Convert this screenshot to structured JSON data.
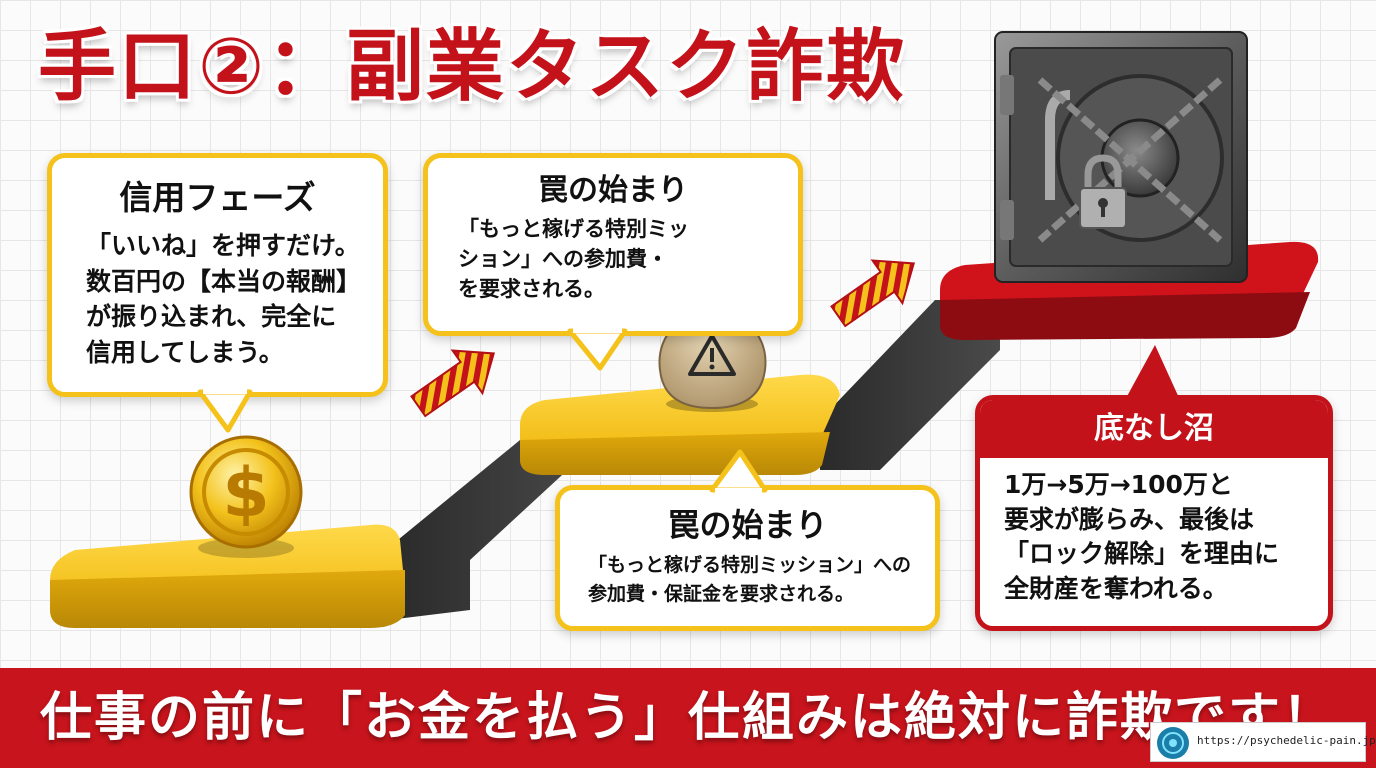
{
  "title": "手口②：副業タスク詐欺",
  "steps": [
    {
      "heading": "信用フェーズ",
      "lines": [
        "「いいね」を押すだけ。",
        "数百円の【本当の報酬】",
        "が振り込まれ、完全に",
        "信用してしまう。"
      ]
    },
    {
      "heading": "罠の始まり",
      "lines": [
        "「もっと稼げる特別ミッ",
        "ション」への参加費・",
        "を要求される。"
      ]
    },
    {
      "heading": "罠の始まり",
      "lines": [
        "「もっと稼げる特別ミッション」への",
        "参加費・保証金を要求される。"
      ]
    },
    {
      "heading": "底なし沼",
      "lines": [
        "1万→5万→100万と",
        "要求が膨らみ、最後は",
        "「ロック解除」を理由に",
        "全財産を奪われる。"
      ]
    }
  ],
  "banner": "仕事の前に「お金を払う」仕組みは絶対に詐欺です！",
  "watermark_url": "https://psychedelic-pain.jp/",
  "icons": [
    "gold-coin-dollar-icon",
    "money-bag-warning-icon",
    "locked-vault-chain-icon",
    "up-arrow-icon"
  ],
  "colors": {
    "accent_red": "#c4121b",
    "step_yellow": "#f4c21a",
    "dark_step": "#3a3a3a"
  }
}
